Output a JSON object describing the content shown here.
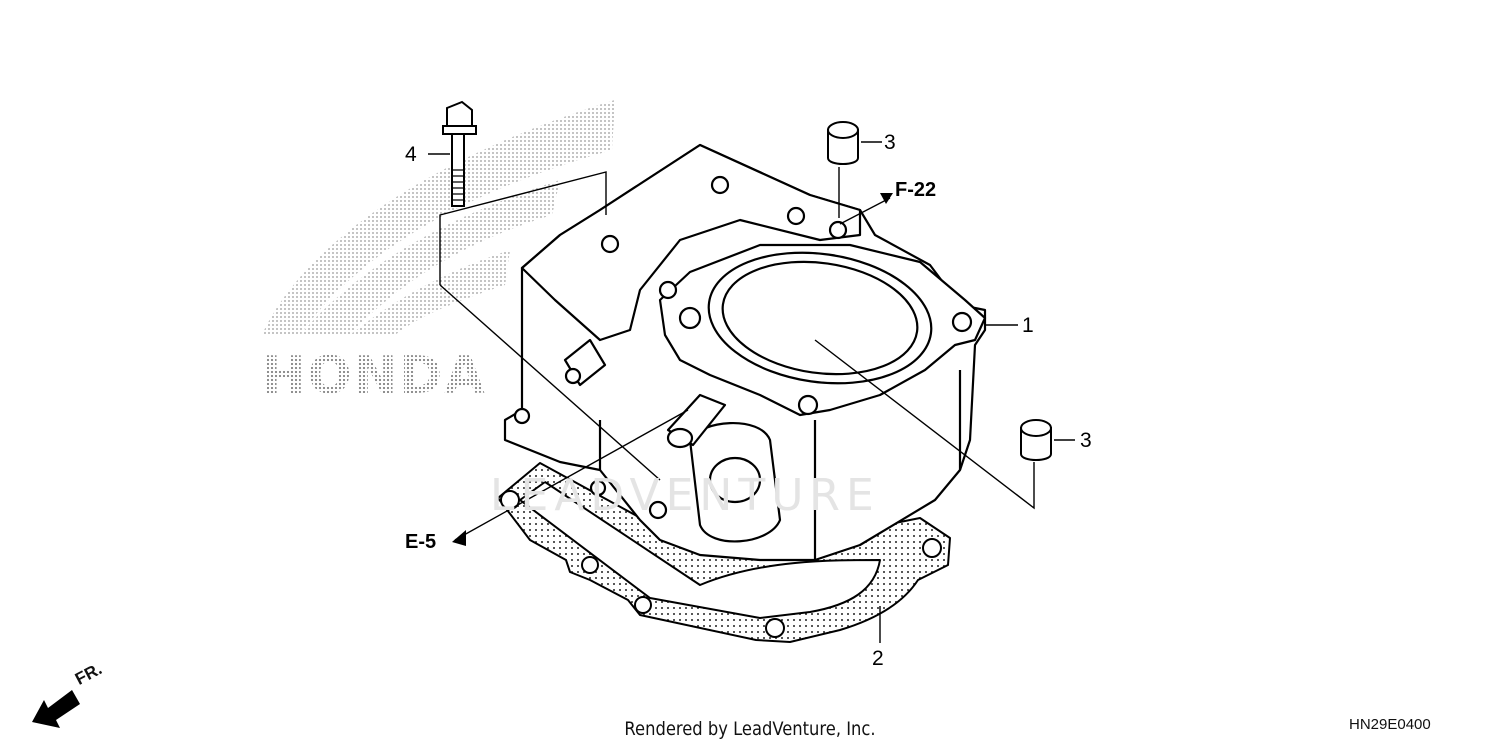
{
  "brand_watermark": "HONDA",
  "site_watermark": "LEADVENTURE",
  "callouts": {
    "cylinder": "1",
    "gasket": "2",
    "dowel_top": "3",
    "dowel_right": "3",
    "bolt": "4"
  },
  "refs": {
    "f22": "F-22",
    "e5": "E-5"
  },
  "direction_label": "FR.",
  "footer": {
    "credit": "Rendered by LeadVenture, Inc.",
    "diagram_code": "HN29E0400"
  }
}
